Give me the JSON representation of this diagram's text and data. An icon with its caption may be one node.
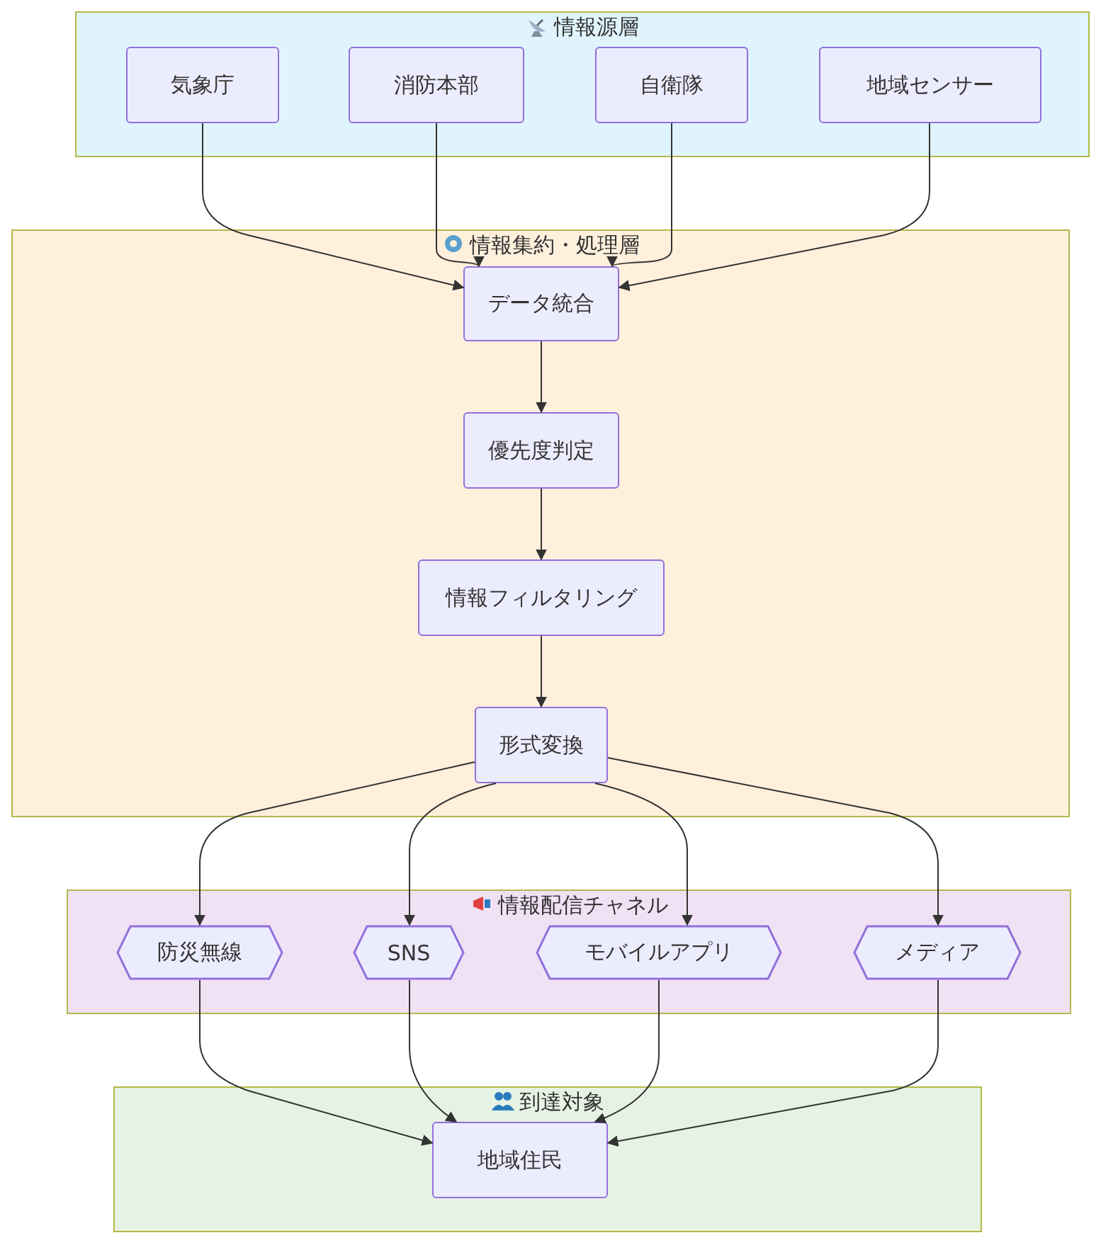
{
  "diagram": {
    "nodes": [
      {
        "text": [
          "情報源層"
        ]
      },
      {
        "text": [
          "気象庁"
        ],
        "in": 0
      },
      {
        "text": [
          "消防本部"
        ],
        "in": 0
      },
      {
        "text": [
          "自衛隊"
        ],
        "in": 0
      },
      {
        "text": [
          "地域センサー"
        ],
        "in": 0
      },
      {
        "text": [
          "情報集約・処理層"
        ]
      },
      {
        "text": [
          "データ統合"
        ],
        "in": 5
      },
      {
        "text": [
          "優先度判定"
        ],
        "in": 5
      },
      {
        "text": [
          "情報フィルタリング"
        ],
        "in": 5
      },
      {
        "text": [
          "形式変換"
        ],
        "in": 5
      },
      {
        "text": [
          "情報配信チャネル"
        ]
      },
      {
        "text": [
          "防災無線"
        ],
        "in": 10
      },
      {
        "text": [
          "SNS"
        ],
        "in": 10
      },
      {
        "text": [
          "モバイルアプリ"
        ],
        "in": 10
      },
      {
        "text": [
          "メディア"
        ],
        "in": 10
      },
      {
        "text": [
          "到達対象"
        ]
      },
      {
        "text": [
          "地域住民"
        ],
        "in": 15
      }
    ],
    "edges": [
      {
        "from": 1,
        "to": 6,
        "arrow": "to"
      },
      {
        "from": 2,
        "to": 6,
        "arrow": "to"
      },
      {
        "from": 3,
        "to": 6,
        "arrow": "to"
      },
      {
        "from": 4,
        "to": 6,
        "arrow": "to"
      },
      {
        "from": 6,
        "to": 7,
        "arrow": "to"
      },
      {
        "from": 7,
        "to": 8,
        "arrow": "to"
      },
      {
        "from": 8,
        "to": 9,
        "arrow": "to"
      },
      {
        "from": 9,
        "to": 11,
        "arrow": "to"
      },
      {
        "from": 9,
        "to": 12,
        "arrow": "to"
      },
      {
        "from": 9,
        "to": 13,
        "arrow": "to"
      },
      {
        "from": 9,
        "to": 14,
        "arrow": "to"
      },
      {
        "from": 11,
        "to": 16,
        "arrow": "to"
      },
      {
        "from": 12,
        "to": 16,
        "arrow": "to"
      },
      {
        "from": 13,
        "to": 16,
        "arrow": "to"
      },
      {
        "from": 14,
        "to": 16,
        "arrow": "to"
      }
    ]
  }
}
